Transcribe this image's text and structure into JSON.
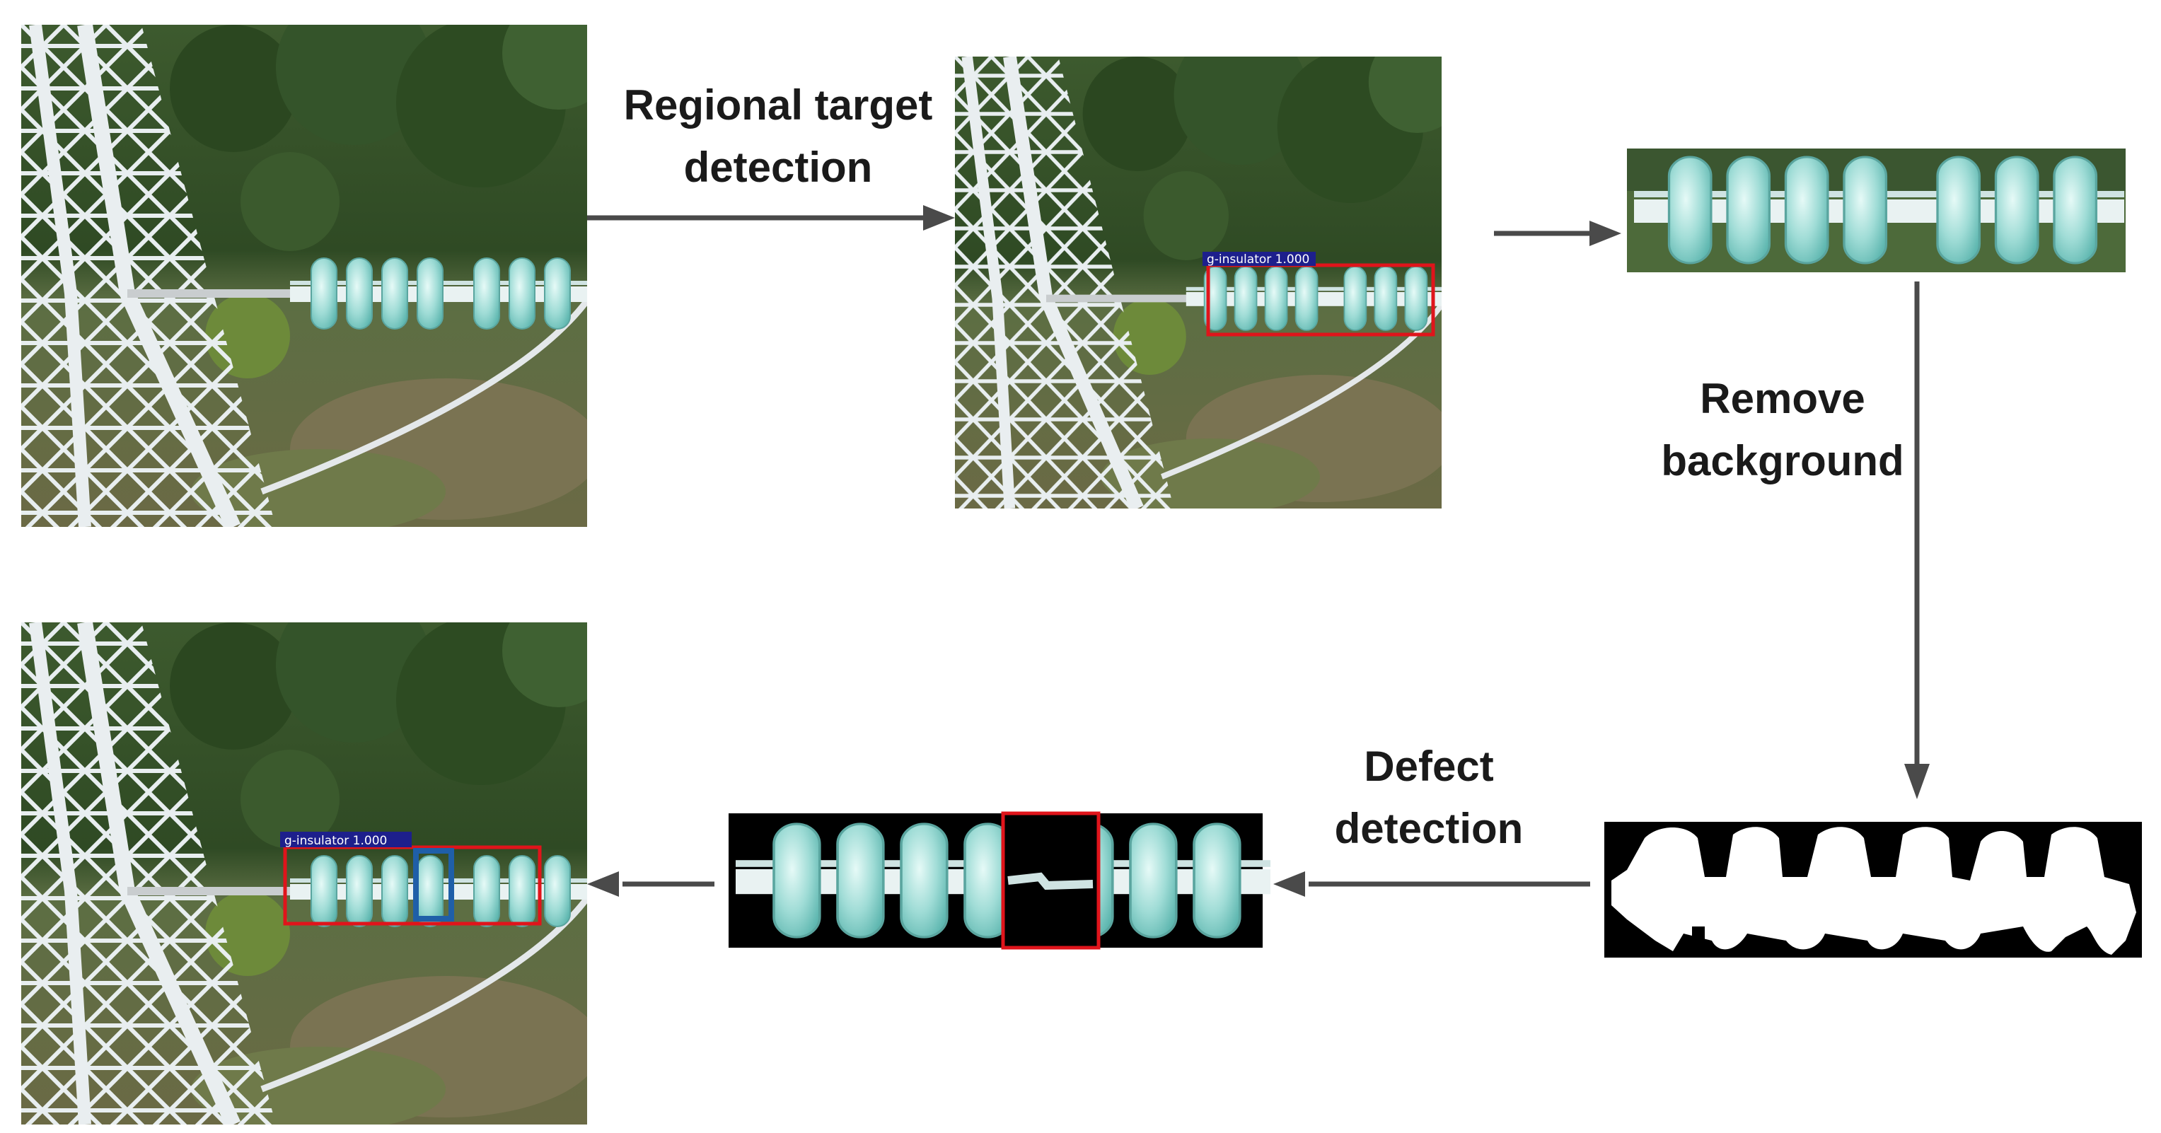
{
  "steps": {
    "regional_target_detection": [
      "Regional target",
      "detection"
    ],
    "remove_background": [
      "Remove",
      "background"
    ],
    "defect_detection": [
      "Defect",
      "detection"
    ]
  },
  "detections": {
    "insulator_tag": "g-insulator 1.000"
  },
  "colors": {
    "arrow": "#4a4a4a",
    "detection_box": "#e0141b",
    "defect_box": "#1f5fa8",
    "tag_background": "#1d1f8c",
    "mask_foreground": "#ffffff",
    "mask_background": "#000000",
    "insulator_glass": "#8fd3cf"
  }
}
